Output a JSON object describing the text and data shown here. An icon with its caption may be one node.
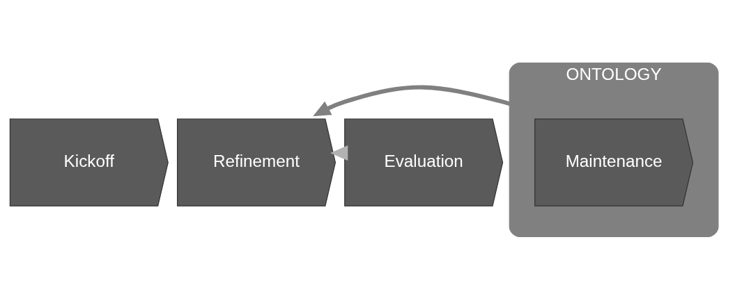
{
  "diagram": {
    "nodes": [
      {
        "text": [
          "Kickoff"
        ]
      },
      {
        "text": [
          "Refinement"
        ]
      },
      {
        "text": [
          "Evaluation"
        ]
      },
      {
        "text": [
          "ONTOLOGY"
        ]
      },
      {
        "text": [
          "Maintenance"
        ],
        "in": 3
      }
    ],
    "edges": [
      {
        "from": 2,
        "to": 1,
        "arrow": "to",
        "color": "#b2b2b2"
      },
      {
        "from": 4,
        "to": 1,
        "arrow": "to",
        "color": "#808080"
      }
    ]
  }
}
